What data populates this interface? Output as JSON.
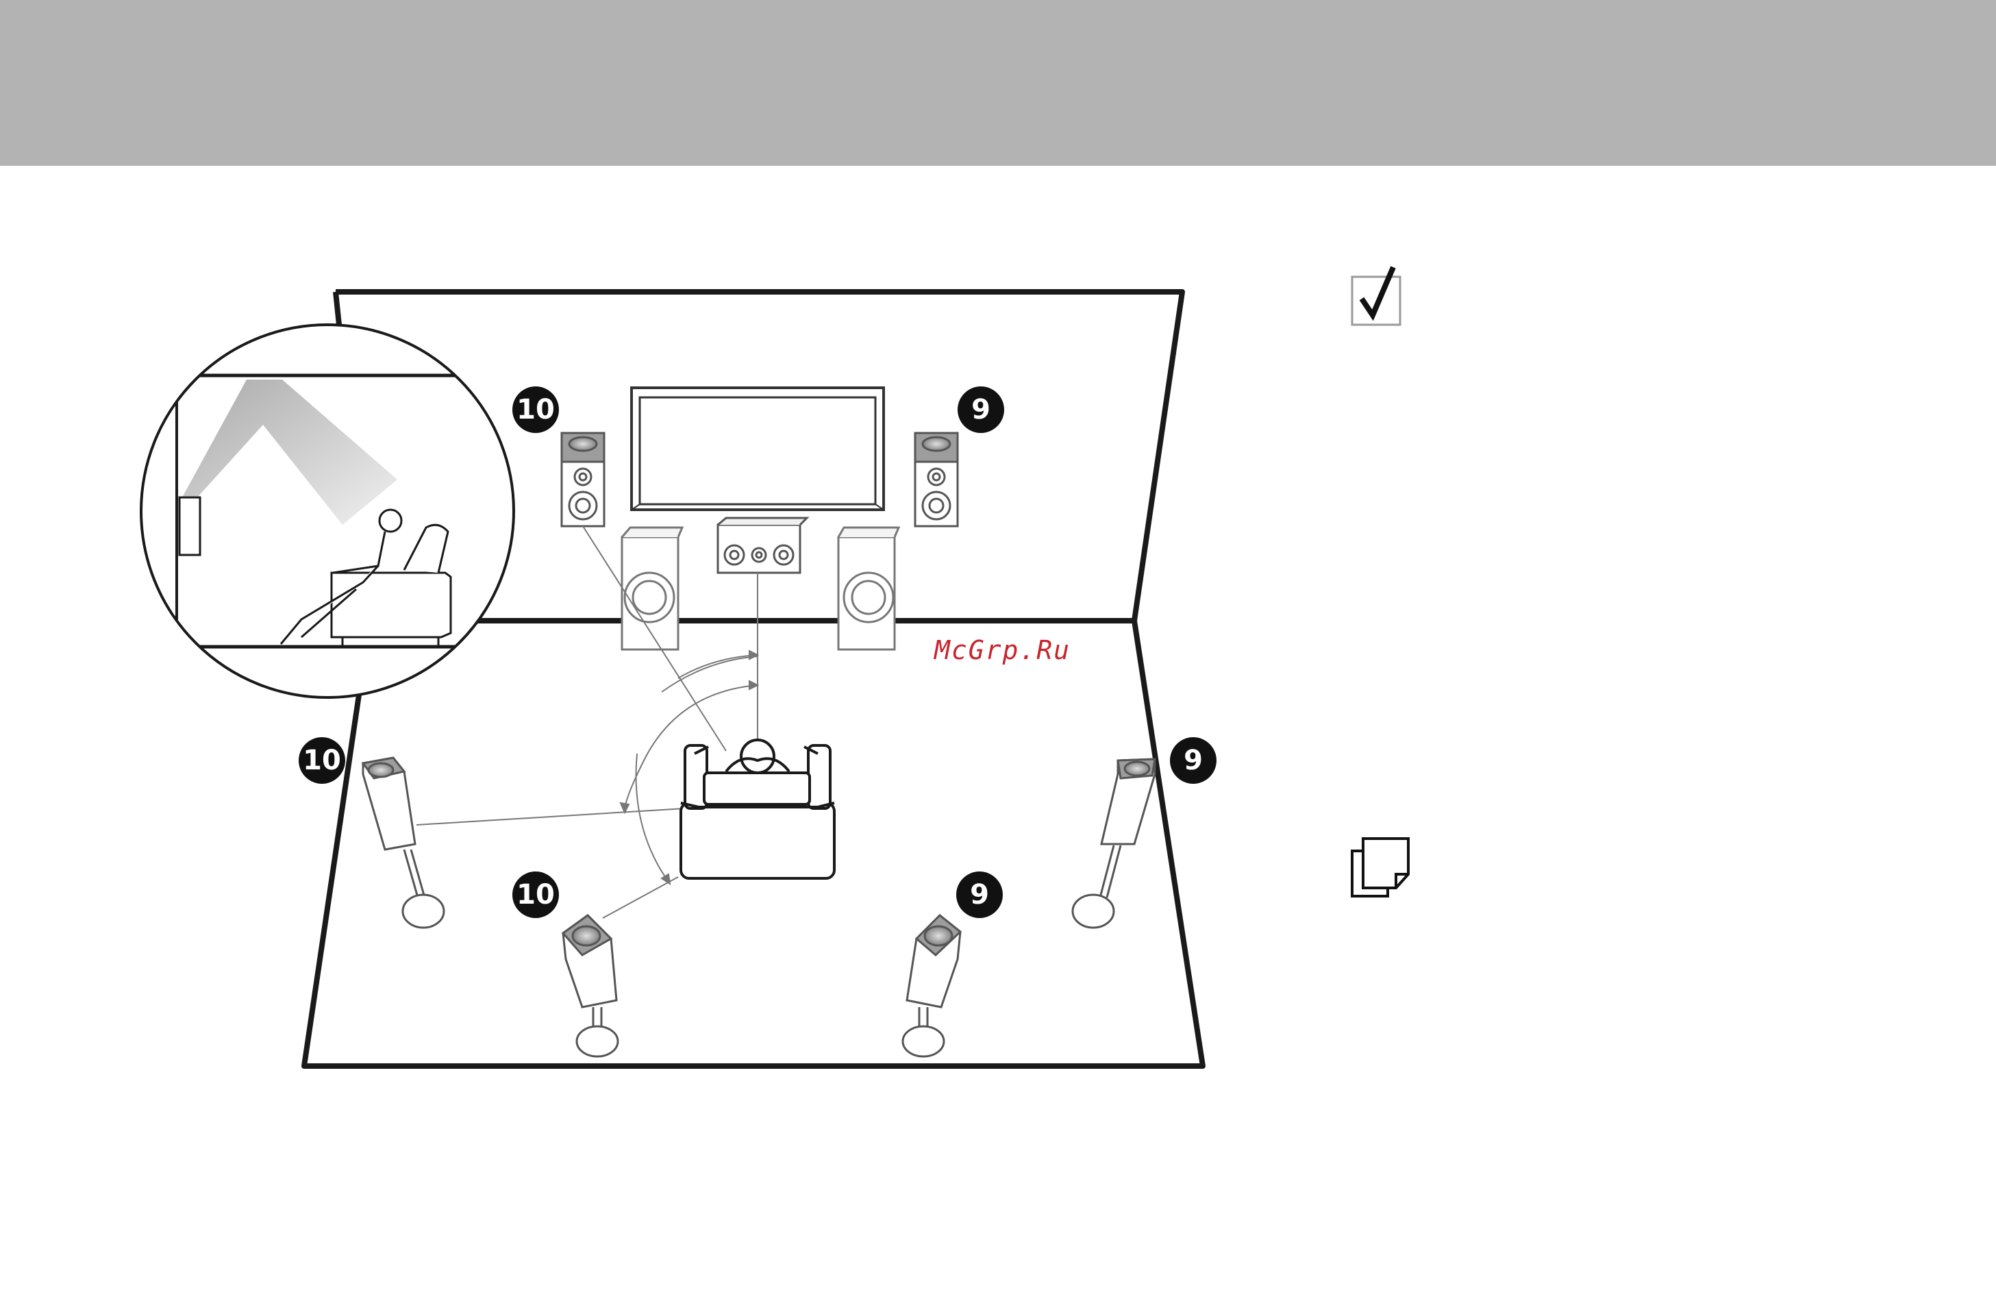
{
  "header": {
    "background": "#b3b3b3"
  },
  "diagram": {
    "badges": {
      "front_left_top": "10",
      "front_right_top": "9",
      "side_left": "10",
      "side_right": "9",
      "rear_left": "10",
      "rear_right": "9"
    },
    "watermark": "McGrp.Ru",
    "watermark_color": "#c8242b"
  },
  "icons": {
    "check": "checkbox-check-icon",
    "note": "note-pages-icon"
  }
}
